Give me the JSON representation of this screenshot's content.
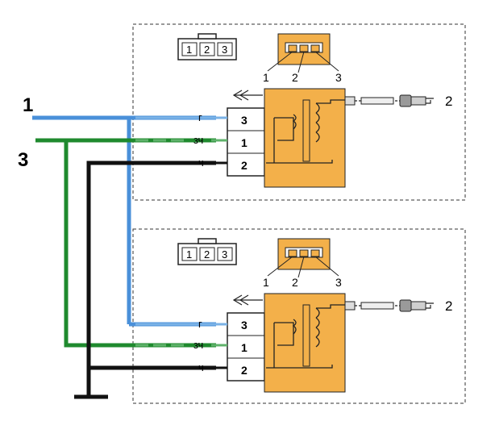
{
  "colors": {
    "blue": "#4a90d9",
    "green": "#1f8a2e",
    "black": "#111111",
    "coil": "#f3b04a",
    "connector": "#f3b04a",
    "spark_plug": "#9a9a9a"
  },
  "external_labels": {
    "wire_1": "1",
    "wire_3": "3"
  },
  "modules": [
    {
      "connector_pins": [
        "1",
        "2",
        "3"
      ],
      "terminal_labels": [
        "1",
        "2",
        "3"
      ],
      "wire_color_labels": [
        "г",
        "зч",
        "ч"
      ],
      "pin_numbers": [
        "3",
        "1",
        "2"
      ],
      "spark_plug_label": "2"
    },
    {
      "connector_pins": [
        "1",
        "2",
        "3"
      ],
      "terminal_labels": [
        "1",
        "2",
        "3"
      ],
      "wire_color_labels": [
        "г",
        "зч",
        "ч"
      ],
      "pin_numbers": [
        "3",
        "1",
        "2"
      ],
      "spark_plug_label": "2"
    }
  ]
}
